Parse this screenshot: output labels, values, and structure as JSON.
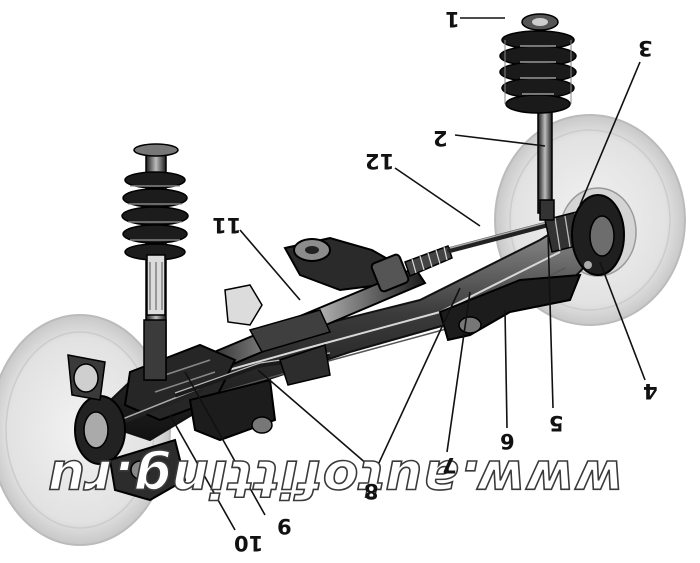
{
  "callouts": [
    "1",
    "2",
    "3",
    "4",
    "5",
    "6",
    "7",
    "8",
    "9",
    "10",
    "11",
    "12"
  ],
  "watermark": "www.autofitting.ru",
  "colors": {
    "ink": "#111111",
    "paper": "#ffffff",
    "metal": "#2b2b2b",
    "shade": "#6a6a6a",
    "light": "#cfcfcf"
  }
}
